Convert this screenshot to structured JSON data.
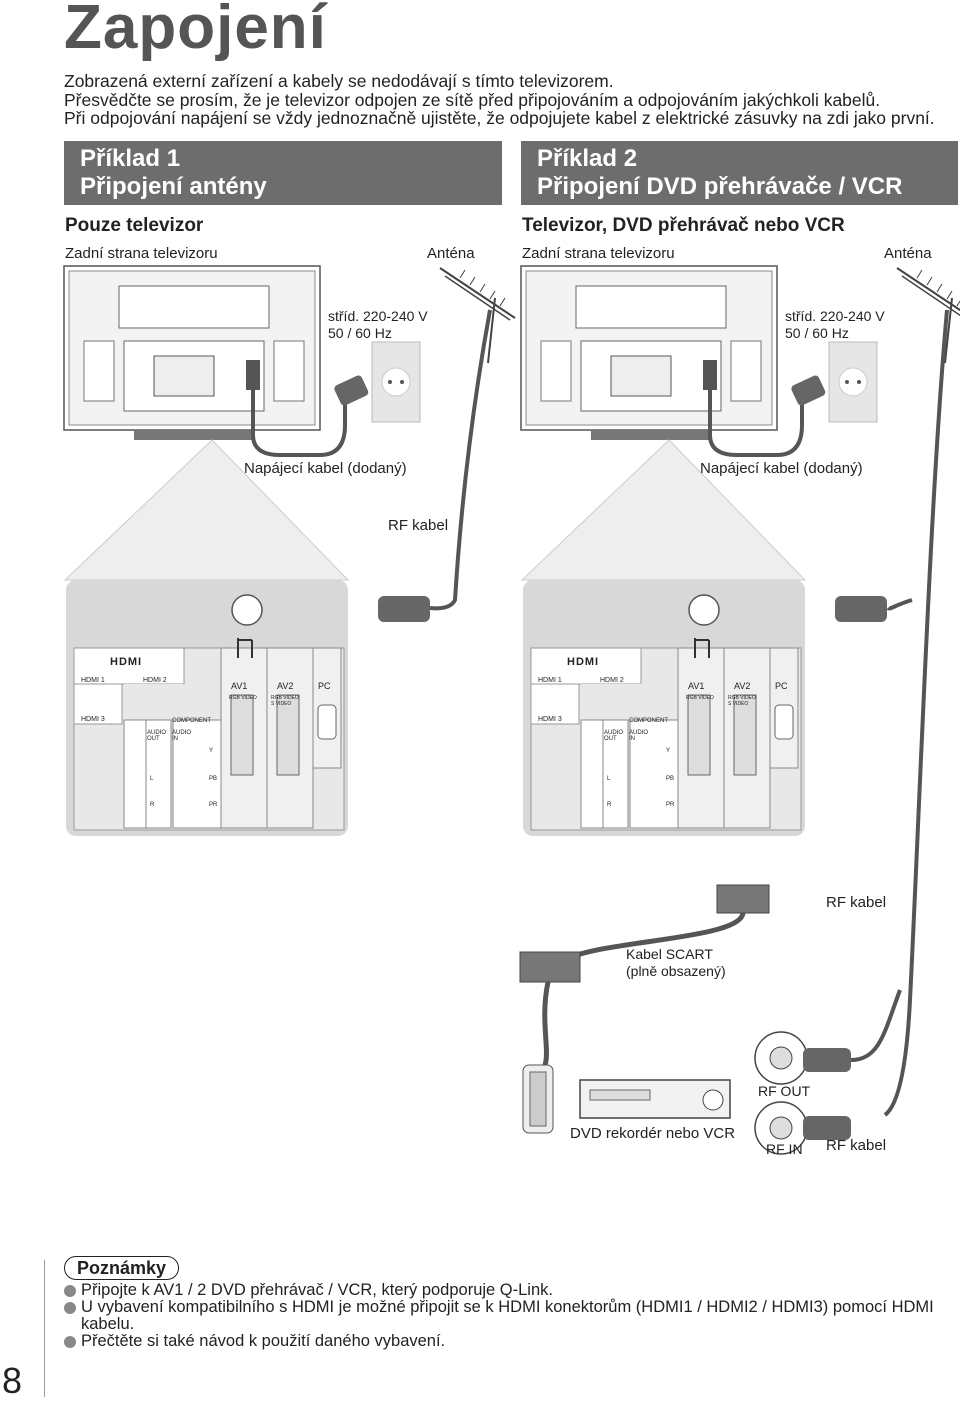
{
  "page": {
    "title": "Zapojení",
    "number": "8",
    "intro": [
      "Zobrazená externí zařízení a kabely se nedodávají s tímto televizorem.",
      "Přesvědčte se prosím, že je televizor odpojen ze sítě před připojováním a odpojováním jakýchkoli kabelů.",
      "Při odpojování napájení se vždy jednoznačně ujistěte, že  odpojujete kabel z elektrické zásuvky na zdi jako první."
    ]
  },
  "example1": {
    "heading_line1": "Příklad 1",
    "heading_line2": "Připojení antény",
    "subtitle": "Pouze televizor",
    "rear_label": "Zadní strana televizoru",
    "antenna_label": "Anténa",
    "power_line1": "stříd. 220-240 V",
    "power_line2": "50 / 60 Hz",
    "power_cable": "Napájecí kabel (dodaný)",
    "rf_cable": "RF kabel"
  },
  "example2": {
    "heading_line1": "Příklad 2",
    "heading_line2": "Připojení DVD přehrávače / VCR",
    "subtitle": "Televizor, DVD přehrávač nebo VCR",
    "rear_label": "Zadní strana televizoru",
    "antenna_label": "Anténa",
    "power_line1": "stříd. 220-240 V",
    "power_line2": "50 / 60 Hz",
    "power_cable": "Napájecí kabel (dodaný)",
    "rf_cable_top": "RF kabel",
    "scart_line1": "Kabel SCART",
    "scart_line2": "(plně obsazený)",
    "rf_out": "RF OUT",
    "recorder": "DVD rekordér nebo VCR",
    "rf_in": "RF IN",
    "rf_cable_bottom": "RF kabel"
  },
  "panel": {
    "hdmi_logo": "HDMI",
    "hdmi1": "HDMI 1",
    "hdmi2": "HDMI 2",
    "hdmi3": "HDMI 3",
    "av1": "AV1",
    "av2": "AV2",
    "pc": "PC",
    "component": "COMPONENT",
    "audio_out": "AUDIO OUT",
    "audio_in": "AUDIO IN",
    "rgb_video": "RGB VIDEO",
    "rgb_video_svideo": "RGB VIDEO S VIDEO",
    "y": "Y",
    "pb": "PB",
    "pr": "PR",
    "l": "L",
    "r": "R"
  },
  "notes": {
    "title": "Poznámky",
    "items": [
      "Připojte k AV1 / 2 DVD přehrávač / VCR, který podporuje Q-Link.",
      "U vybavení kompatibilního s HDMI je možné připojit se k HDMI konektorům (HDMI1 / HDMI2 / HDMI3) pomocí HDMI kabelu.",
      "Přečtěte si také návod k použití daného vybavení."
    ]
  },
  "colors": {
    "band": "#6d6d6d",
    "panel": "#d8d8d8",
    "cable": "#555555",
    "bullet": "#888888"
  }
}
